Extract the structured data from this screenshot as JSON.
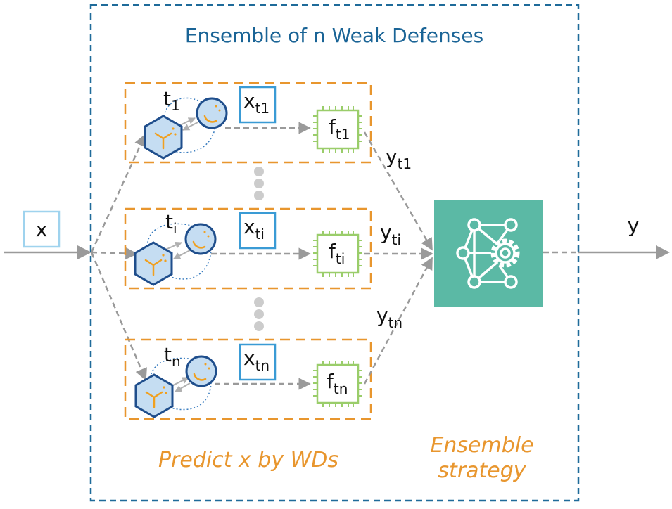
{
  "title": "Ensemble of n Weak Defenses",
  "input": {
    "label": "x"
  },
  "output": {
    "label": "y"
  },
  "branches": [
    {
      "t_base": "t",
      "t_sub": "1",
      "x_base": "x",
      "x_sub": "t1",
      "f_base": "f",
      "f_sub": "t1",
      "y_base": "y",
      "y_sub": "t1"
    },
    {
      "t_base": "t",
      "t_sub": "i",
      "x_base": "x",
      "x_sub": "ti",
      "f_base": "f",
      "f_sub": "ti",
      "y_base": "y",
      "y_sub": "ti"
    },
    {
      "t_base": "t",
      "t_sub": "n",
      "x_base": "x",
      "x_sub": "tn",
      "f_base": "f",
      "f_sub": "tn",
      "y_base": "y",
      "y_sub": "tn"
    }
  ],
  "captions": {
    "predict": "Predict x by WDs",
    "strategy_line1": "Ensemble",
    "strategy_line2": "strategy"
  },
  "colors": {
    "outer_border": "#1f6b9a",
    "title": "#1a6496",
    "branch_border": "#e8962e",
    "box_border": "#3a9bd5",
    "input_box_border": "#9fd3ee",
    "hexagon_fill": "#c5ddf2",
    "hexagon_stroke": "#1f4e8c",
    "chip_stroke": "#9acd6a",
    "ensemble_fill": "#5bb9a5",
    "arrow": "#9a9a9a",
    "dots": "#cccccc",
    "caption": "#e8962e"
  },
  "icons": {
    "transform": "hexagon-icon",
    "model": "circle-icon",
    "classifier": "chip-icon",
    "ensemble": "neural-network-gear-icon"
  }
}
